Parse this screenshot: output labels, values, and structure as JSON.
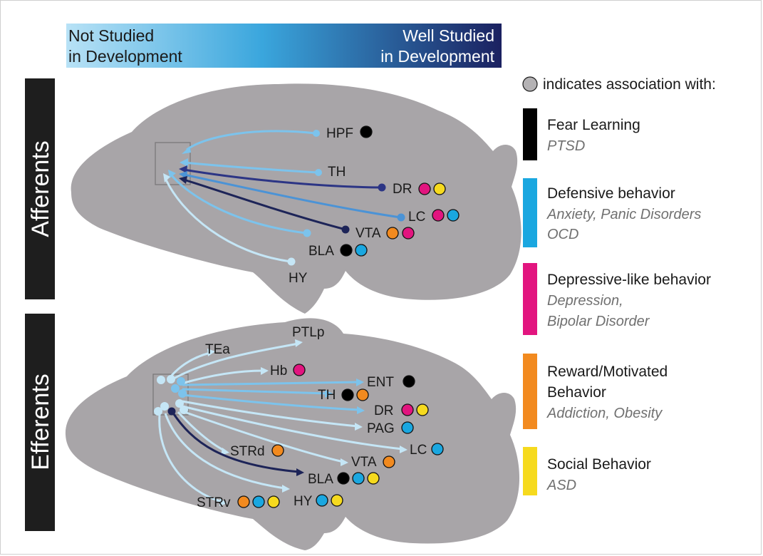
{
  "gradient": {
    "left_line1": "Not Studied",
    "left_line2": "in Development",
    "right_line1": "Well Studied",
    "right_line2": "in Development",
    "color_start": "#b8e2f6",
    "color_mid": "#3aa6dd",
    "color_end": "#1b2160"
  },
  "side_labels": {
    "afferents": "Afferents",
    "efferents": "Efferents"
  },
  "legend": {
    "header": "indicates association with:",
    "categories": [
      {
        "title": "Fear Learning",
        "title2": "",
        "sub": "PTSD",
        "sub2": "",
        "color": "#000000"
      },
      {
        "title": "Defensive behavior",
        "title2": "",
        "sub": "Anxiety, Panic Disorders",
        "sub2": "OCD",
        "color": "#1aa7e0"
      },
      {
        "title": "Depressive-like behavior",
        "title2": "",
        "sub": "Depression,",
        "sub2": "Bipolar Disorder",
        "color": "#e2157f"
      },
      {
        "title": "Reward/Motivated",
        "title2": "Behavior",
        "sub": "Addiction, Obesity",
        "sub2": "",
        "color": "#f28a1f"
      },
      {
        "title": "Social Behavior",
        "title2": "",
        "sub": "ASD",
        "sub2": "",
        "color": "#f6da1e"
      }
    ]
  },
  "colors": {
    "brain": "#a8a5a8",
    "fear": "#000000",
    "defensive": "#1aa7e0",
    "depressive": "#e2157f",
    "reward": "#f28a1f",
    "social": "#f6da1e",
    "very_light": "#c5e6f6",
    "light": "#7cc3ec",
    "medium": "#4b93d6",
    "dark": "#2c3585",
    "darkest": "#1d2458"
  },
  "afferents": {
    "regions": [
      {
        "name": "HPF",
        "associations": [
          "fear"
        ]
      },
      {
        "name": "TH",
        "associations": []
      },
      {
        "name": "DR",
        "associations": [
          "depressive",
          "social"
        ]
      },
      {
        "name": "LC",
        "associations": [
          "depressive",
          "defensive"
        ]
      },
      {
        "name": "VTA",
        "associations": [
          "reward",
          "depressive"
        ]
      },
      {
        "name": "BLA",
        "associations": [
          "fear",
          "defensive"
        ]
      },
      {
        "name": "HY",
        "associations": []
      }
    ]
  },
  "efferents": {
    "regions": [
      {
        "name": "PTLp",
        "associations": []
      },
      {
        "name": "TEa",
        "associations": []
      },
      {
        "name": "Hb",
        "associations": [
          "depressive"
        ]
      },
      {
        "name": "ENT",
        "associations": [
          "fear"
        ]
      },
      {
        "name": "TH",
        "associations": [
          "fear",
          "reward"
        ]
      },
      {
        "name": "DR",
        "associations": [
          "depressive",
          "social"
        ]
      },
      {
        "name": "PAG",
        "associations": [
          "defensive"
        ]
      },
      {
        "name": "LC",
        "associations": [
          "defensive"
        ]
      },
      {
        "name": "STRd",
        "associations": [
          "reward"
        ]
      },
      {
        "name": "VTA",
        "associations": [
          "reward"
        ]
      },
      {
        "name": "BLA",
        "associations": [
          "fear",
          "defensive",
          "social"
        ]
      },
      {
        "name": "STRv",
        "associations": [
          "reward",
          "defensive",
          "social"
        ]
      },
      {
        "name": "HY",
        "associations": [
          "defensive",
          "social"
        ]
      }
    ]
  }
}
